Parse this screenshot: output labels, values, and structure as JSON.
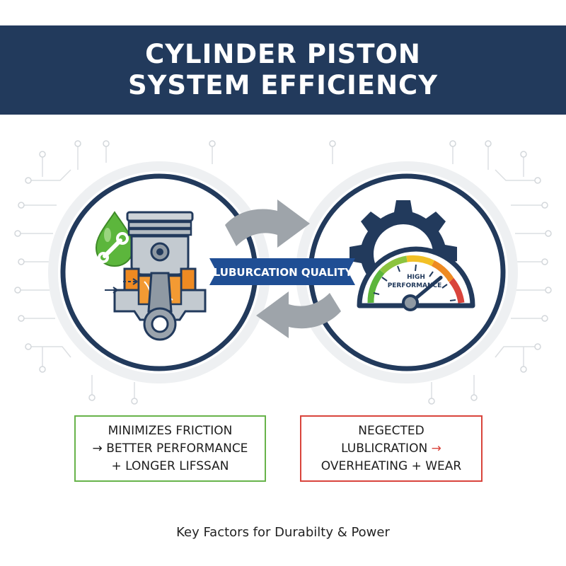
{
  "title": {
    "line1": "CYLINDER PISTON",
    "line2": "SYSTEM EFFICIENCY"
  },
  "center_label": "LUBURCATION QUALITY",
  "gauge": {
    "label_line1": "HIGH",
    "label_line2": "PERFORMANCE",
    "level": 0.78
  },
  "icons": {
    "left": [
      "oil-drop-icon",
      "wrench-icon",
      "piston-icon"
    ],
    "right": [
      "gear-icon",
      "gauge-icon"
    ],
    "center": [
      "cycle-arrows-icon"
    ]
  },
  "boxes": {
    "left": {
      "line1": "MINIMIZES FRICTION",
      "line2": "→ BETTER PERFORMANCE",
      "line3": "+ LONGER LIFSSAN"
    },
    "right": {
      "line1": "NEGECTED",
      "line2_text": "LUBLICRATION",
      "line2_arrow": "→",
      "line3": "OVERHEATING + WEAR"
    }
  },
  "footer": "Key Factors for Durabilty & Power",
  "colors": {
    "navy": "#223a5c",
    "banner_label": "#1f4e94",
    "green": "#67b34a",
    "red": "#d9443c",
    "orange": "#ee8a22",
    "gray_arrow": "#9ea4aa",
    "oil_green": "#5cb63c"
  }
}
